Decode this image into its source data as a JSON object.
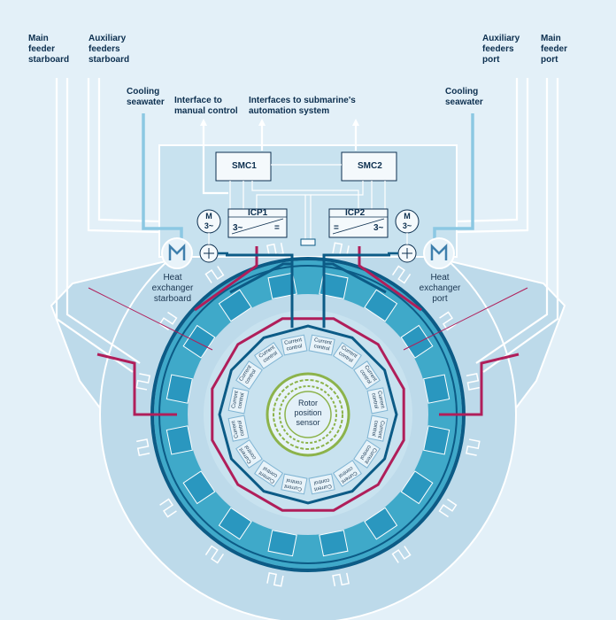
{
  "labels": {
    "main_feeder_starboard": "Main\nfeeder\nstarboard",
    "aux_feeders_starboard": "Auxiliary\nfeeders\nstarboard",
    "aux_feeders_port": "Auxiliary\nfeeders\nport",
    "main_feeder_port": "Main\nfeeder\nport",
    "cooling_seawater_left": "Cooling\nseawater",
    "cooling_seawater_right": "Cooling\nseawater",
    "interface_manual": "Interface to\nmanual control",
    "interface_automation": "Interfaces to submarine's\nautomation system",
    "heat_exchanger_starboard": "Heat\nexchanger\nstarboard",
    "heat_exchanger_port": "Heat\nexchanger\nport",
    "rotor_sensor": "Rotor\nposition\nsensor"
  },
  "boxes": {
    "smc1": "SMC1",
    "smc2": "SMC2",
    "icp1": "ICP1",
    "icp2": "ICP2"
  },
  "symbols": {
    "motor_left": "M\n3~",
    "motor_right": "M\n3~",
    "icp1_left": "3~",
    "icp1_right": "=",
    "icp2_left": "=",
    "icp2_right": "3~"
  },
  "current_control": "Current\ncontrol",
  "colors": {
    "background": "#e3f0f8",
    "housing": "#bddaea",
    "stator": "#3fa9c9",
    "dark_blue": "#0c5b86",
    "crimson": "#b01e5a",
    "rotor_green": "#8cb34b",
    "text": "#0c2f4f"
  }
}
